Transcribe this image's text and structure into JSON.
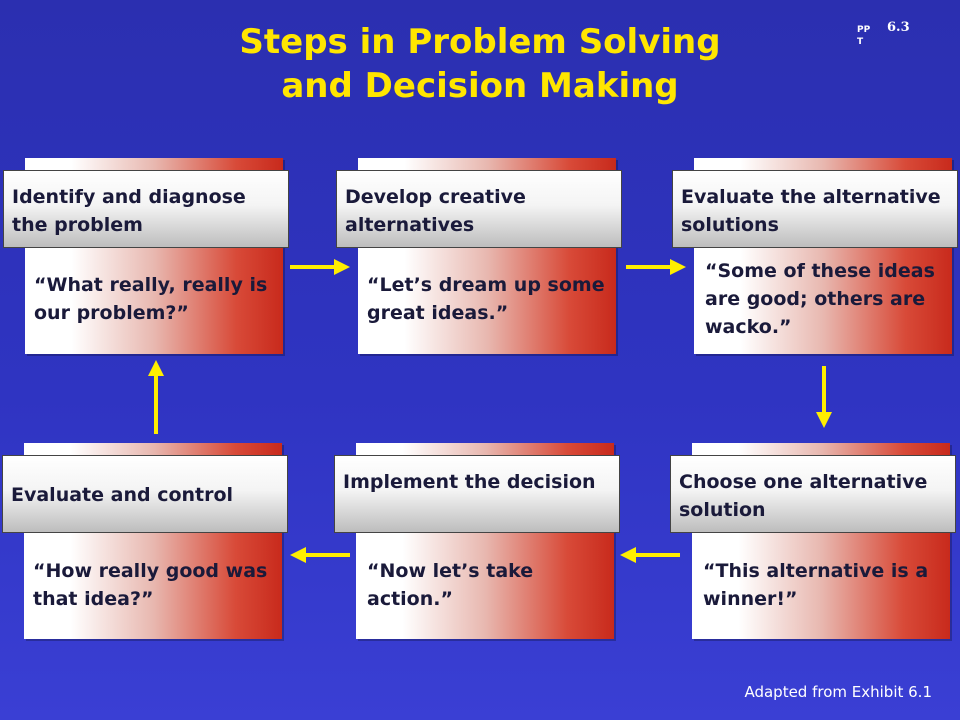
{
  "title": {
    "line1": "Steps in Problem Solving",
    "line2": "and Decision Making"
  },
  "ppt_label": "PPT",
  "slide_number": "6.3",
  "steps": [
    {
      "label": "Identify and diagnose the problem",
      "quote": "“What really, really is our problem?”"
    },
    {
      "label": "Develop creative alternatives",
      "quote": "“Let’s dream up some great ideas.”"
    },
    {
      "label": "Evaluate the alternative solutions",
      "quote": "“Some of these ideas are good; others are wacko.”"
    },
    {
      "label": "Choose one alternative solution",
      "quote": "“This alternative is a winner!”"
    },
    {
      "label": "Implement the decision",
      "quote": "“Now let’s take action.”"
    },
    {
      "label": "Evaluate and control",
      "quote": "“How really good was that idea?”"
    }
  ],
  "footer": "Adapted from Exhibit 6.1",
  "colors": {
    "background": "#2f34c2",
    "title": "#ffe600",
    "arrow": "#ffee00",
    "card_red": "#c82a1c"
  }
}
